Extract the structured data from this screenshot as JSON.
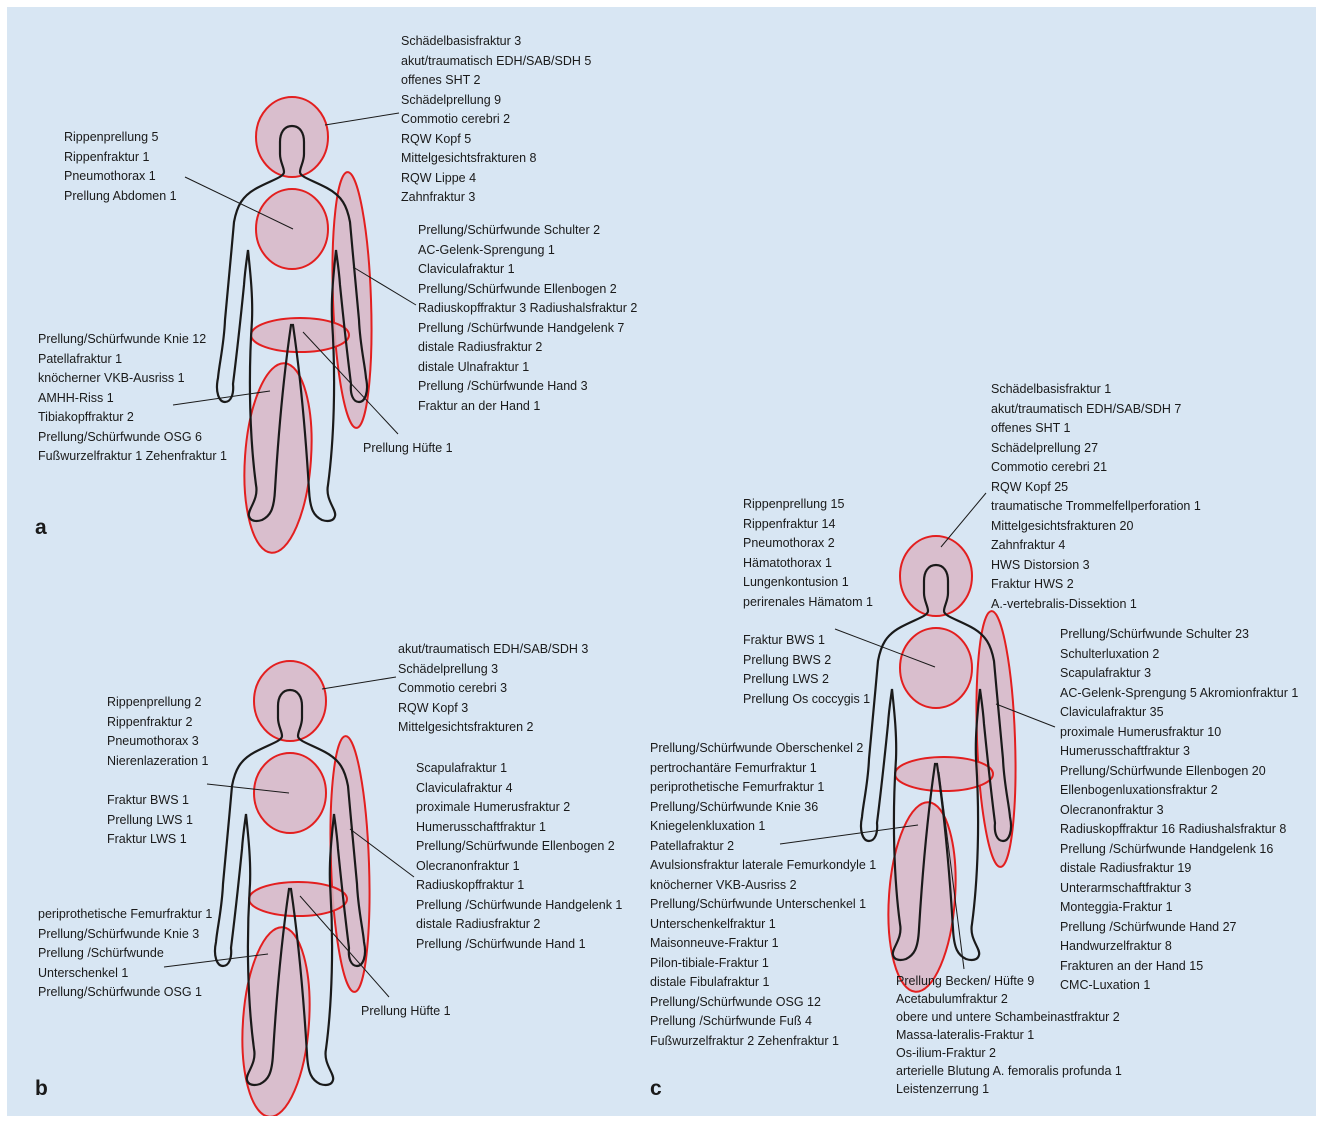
{
  "colors": {
    "background": "#d8e6f3",
    "highlight_fill": "#d9b6c5",
    "highlight_stroke": "#e31f1f",
    "outline": "#1a1a1a"
  },
  "panels": {
    "a": {
      "letter": "a",
      "head": [
        "Schädelbasisfraktur 3",
        "akut/traumatisch EDH/SAB/SDH 5",
        "offenes SHT 2",
        "Schädelprellung 9",
        "Commotio cerebri 2",
        "RQW Kopf 5",
        "Mittelgesichtsfrakturen 8",
        "RQW Lippe 4",
        "Zahnfraktur 3"
      ],
      "torso": [
        "Rippenprellung 5",
        "Rippenfraktur 1",
        "Pneumothorax 1",
        "Prellung Abdomen 1"
      ],
      "arm": [
        "Prellung/Schürfwunde Schulter 2",
        "AC-Gelenk-Sprengung 1",
        "Claviculafraktur 1",
        "Prellung/Schürfwunde Ellenbogen 2",
        "Radiuskopffraktur 3  Radiushalsfraktur 2",
        "Prellung /Schürfwunde Handgelenk 7",
        "distale Radiusfraktur 2",
        "distale Ulnafraktur 1",
        "Prellung /Schürfwunde Hand 3",
        "Fraktur an der Hand 1"
      ],
      "leg": [
        "Prellung/Schürfwunde Knie 12",
        "Patellafraktur 1",
        "knöcherner VKB-Ausriss 1",
        "AMHH-Riss 1",
        "Tibiakopffraktur 2",
        "Prellung/Schürfwunde OSG 6",
        "Fußwurzelfraktur 1  Zehenfraktur 1"
      ],
      "hip": [
        "Prellung Hüfte 1"
      ]
    },
    "b": {
      "letter": "b",
      "head": [
        "akut/traumatisch EDH/SAB/SDH 3",
        "Schädelprellung 3",
        "Commotio cerebri 3",
        "RQW Kopf 3",
        "Mittelgesichtsfrakturen 2"
      ],
      "chest": [
        "Rippenprellung 2",
        "Rippenfraktur 2",
        "Pneumothorax 3",
        "Nierenlazeration 1"
      ],
      "spine": [
        "Fraktur BWS 1",
        "Prellung LWS 1",
        "Fraktur LWS 1"
      ],
      "arm": [
        "Scapulafraktur 1",
        "Claviculafraktur 4",
        "proximale Humerusfraktur 2",
        "Humerusschaftfraktur 1",
        "Prellung/Schürfwunde Ellenbogen 2",
        "Olecranonfraktur 1",
        "Radiuskopffraktur 1",
        "Prellung /Schürfwunde Handgelenk 1",
        "distale Radiusfraktur 2",
        "Prellung /Schürfwunde Hand 1"
      ],
      "leg": [
        "periprothetische Femurfraktur 1",
        "Prellung/Schürfwunde Knie 3",
        "Prellung /Schürfwunde",
        "Unterschenkel 1",
        "Prellung/Schürfwunde OSG 1"
      ],
      "hip": [
        "Prellung Hüfte 1"
      ]
    },
    "c": {
      "letter": "c",
      "head": [
        "Schädelbasisfraktur 1",
        "akut/traumatisch EDH/SAB/SDH 7",
        "offenes SHT 1",
        "Schädelprellung 27",
        "Commotio cerebri 21",
        "RQW Kopf 25",
        "traumatische Trommelfellperforation 1",
        "Mittelgesichtsfrakturen 20",
        "Zahnfraktur 4",
        "HWS Distorsion 3",
        "Fraktur HWS 2",
        "A.-vertebralis-Dissektion 1"
      ],
      "chest": [
        "Rippenprellung 15",
        "Rippenfraktur 14",
        "Pneumothorax 2",
        "Hämatothorax 1",
        "Lungenkontusion 1",
        "perirenales Hämatom 1"
      ],
      "spine": [
        "Fraktur BWS 1",
        "Prellung BWS 2",
        "Prellung LWS 2",
        "Prellung Os coccygis 1"
      ],
      "arm": [
        "Prellung/Schürfwunde Schulter 23",
        "Schulterluxation 2",
        "Scapulafraktur 3",
        "AC-Gelenk-Sprengung 5  Akromionfraktur 1",
        "Claviculafraktur 35",
        "proximale Humerusfraktur 10",
        "Humerusschaftfraktur 3",
        "Prellung/Schürfwunde Ellenbogen 20",
        "Ellenbogenluxationsfraktur 2",
        "Olecranonfraktur 3",
        "Radiuskopffraktur 16  Radiushalsfraktur 8",
        "Prellung /Schürfwunde Handgelenk 16",
        "distale Radiusfraktur 19",
        "Unterarmschaftfraktur 3",
        "Monteggia-Fraktur 1",
        "Prellung /Schürfwunde Hand 27",
        "Handwurzelfraktur 8",
        "Frakturen an der Hand 15",
        "CMC-Luxation 1"
      ],
      "leg": [
        "Prellung/Schürfwunde Oberschenkel 2",
        "pertrochantäre Femurfraktur 1",
        "periprothetische Femurfraktur 1",
        "Prellung/Schürfwunde Knie 36",
        "Kniegelenkluxation  1",
        "Patellafraktur 2",
        "Avulsionsfraktur laterale Femurkondyle 1",
        "knöcherner VKB-Ausriss 2",
        "Prellung/Schürfwunde Unterschenkel 1",
        "Unterschenkelfraktur 1",
        "Maisonneuve-Fraktur 1",
        "Pilon-tibiale-Fraktur 1",
        "distale Fibulafraktur 1",
        "Prellung/Schürfwunde OSG 12",
        "Prellung /Schürfwunde Fuß 4",
        "Fußwurzelfraktur 2  Zehenfraktur 1"
      ],
      "pelvis": [
        "Prellung Becken/ Hüfte 9",
        "Acetabulumfraktur 2",
        "obere und untere Schambeinastfraktur 2",
        "Massa-lateralis-Fraktur 1",
        "Os-ilium-Fraktur 2",
        "arterielle Blutung A. femoralis profunda 1",
        "Leistenzerrung 1"
      ]
    }
  }
}
